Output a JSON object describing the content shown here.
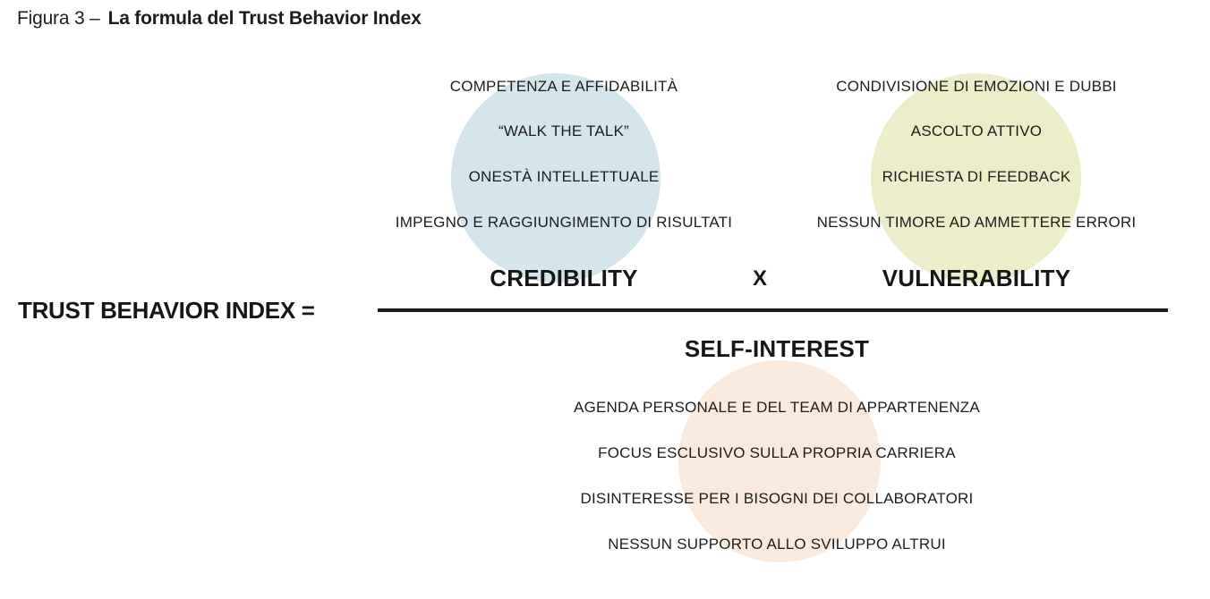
{
  "figure": {
    "label": "Figura 3 –",
    "title": "La formula del Trust Behavior Index"
  },
  "formula": {
    "lhs": "TRUST BEHAVIOR INDEX =",
    "operator": "X",
    "numerator": [
      {
        "label": "CREDIBILITY",
        "circle_color": "#d4e5ec",
        "items": [
          "COMPETENZA E AFFIDABILITÀ",
          "“WALK THE TALK”",
          "ONESTÀ INTELLETTUALE",
          "IMPEGNO E RAGGIUNGIMENTO DI RISULTATI"
        ]
      },
      {
        "label": "VULNERABILITY",
        "circle_color": "#ecedca",
        "items": [
          "CONDIVISIONE DI EMOZIONI E DUBBI",
          "ASCOLTO ATTIVO",
          "RICHIESTA DI FEEDBACK",
          "NESSUN TIMORE AD AMMETTERE ERRORI"
        ]
      }
    ],
    "denominator": {
      "label": "SELF-INTEREST",
      "circle_color": "#faeadd",
      "items": [
        "AGENDA PERSONALE E DEL TEAM DI APPARTENENZA",
        "FOCUS ESCLUSIVO SULLA PROPRIA CARRIERA",
        "DISINTERESSE PER I BISOGNI DEI COLLABORATORI",
        "NESSUN SUPPORTO ALLO SVILUPPO ALTRUI"
      ]
    }
  },
  "colors": {
    "text": "#1d1d1b",
    "fraction_line": "#1a1a1a"
  }
}
